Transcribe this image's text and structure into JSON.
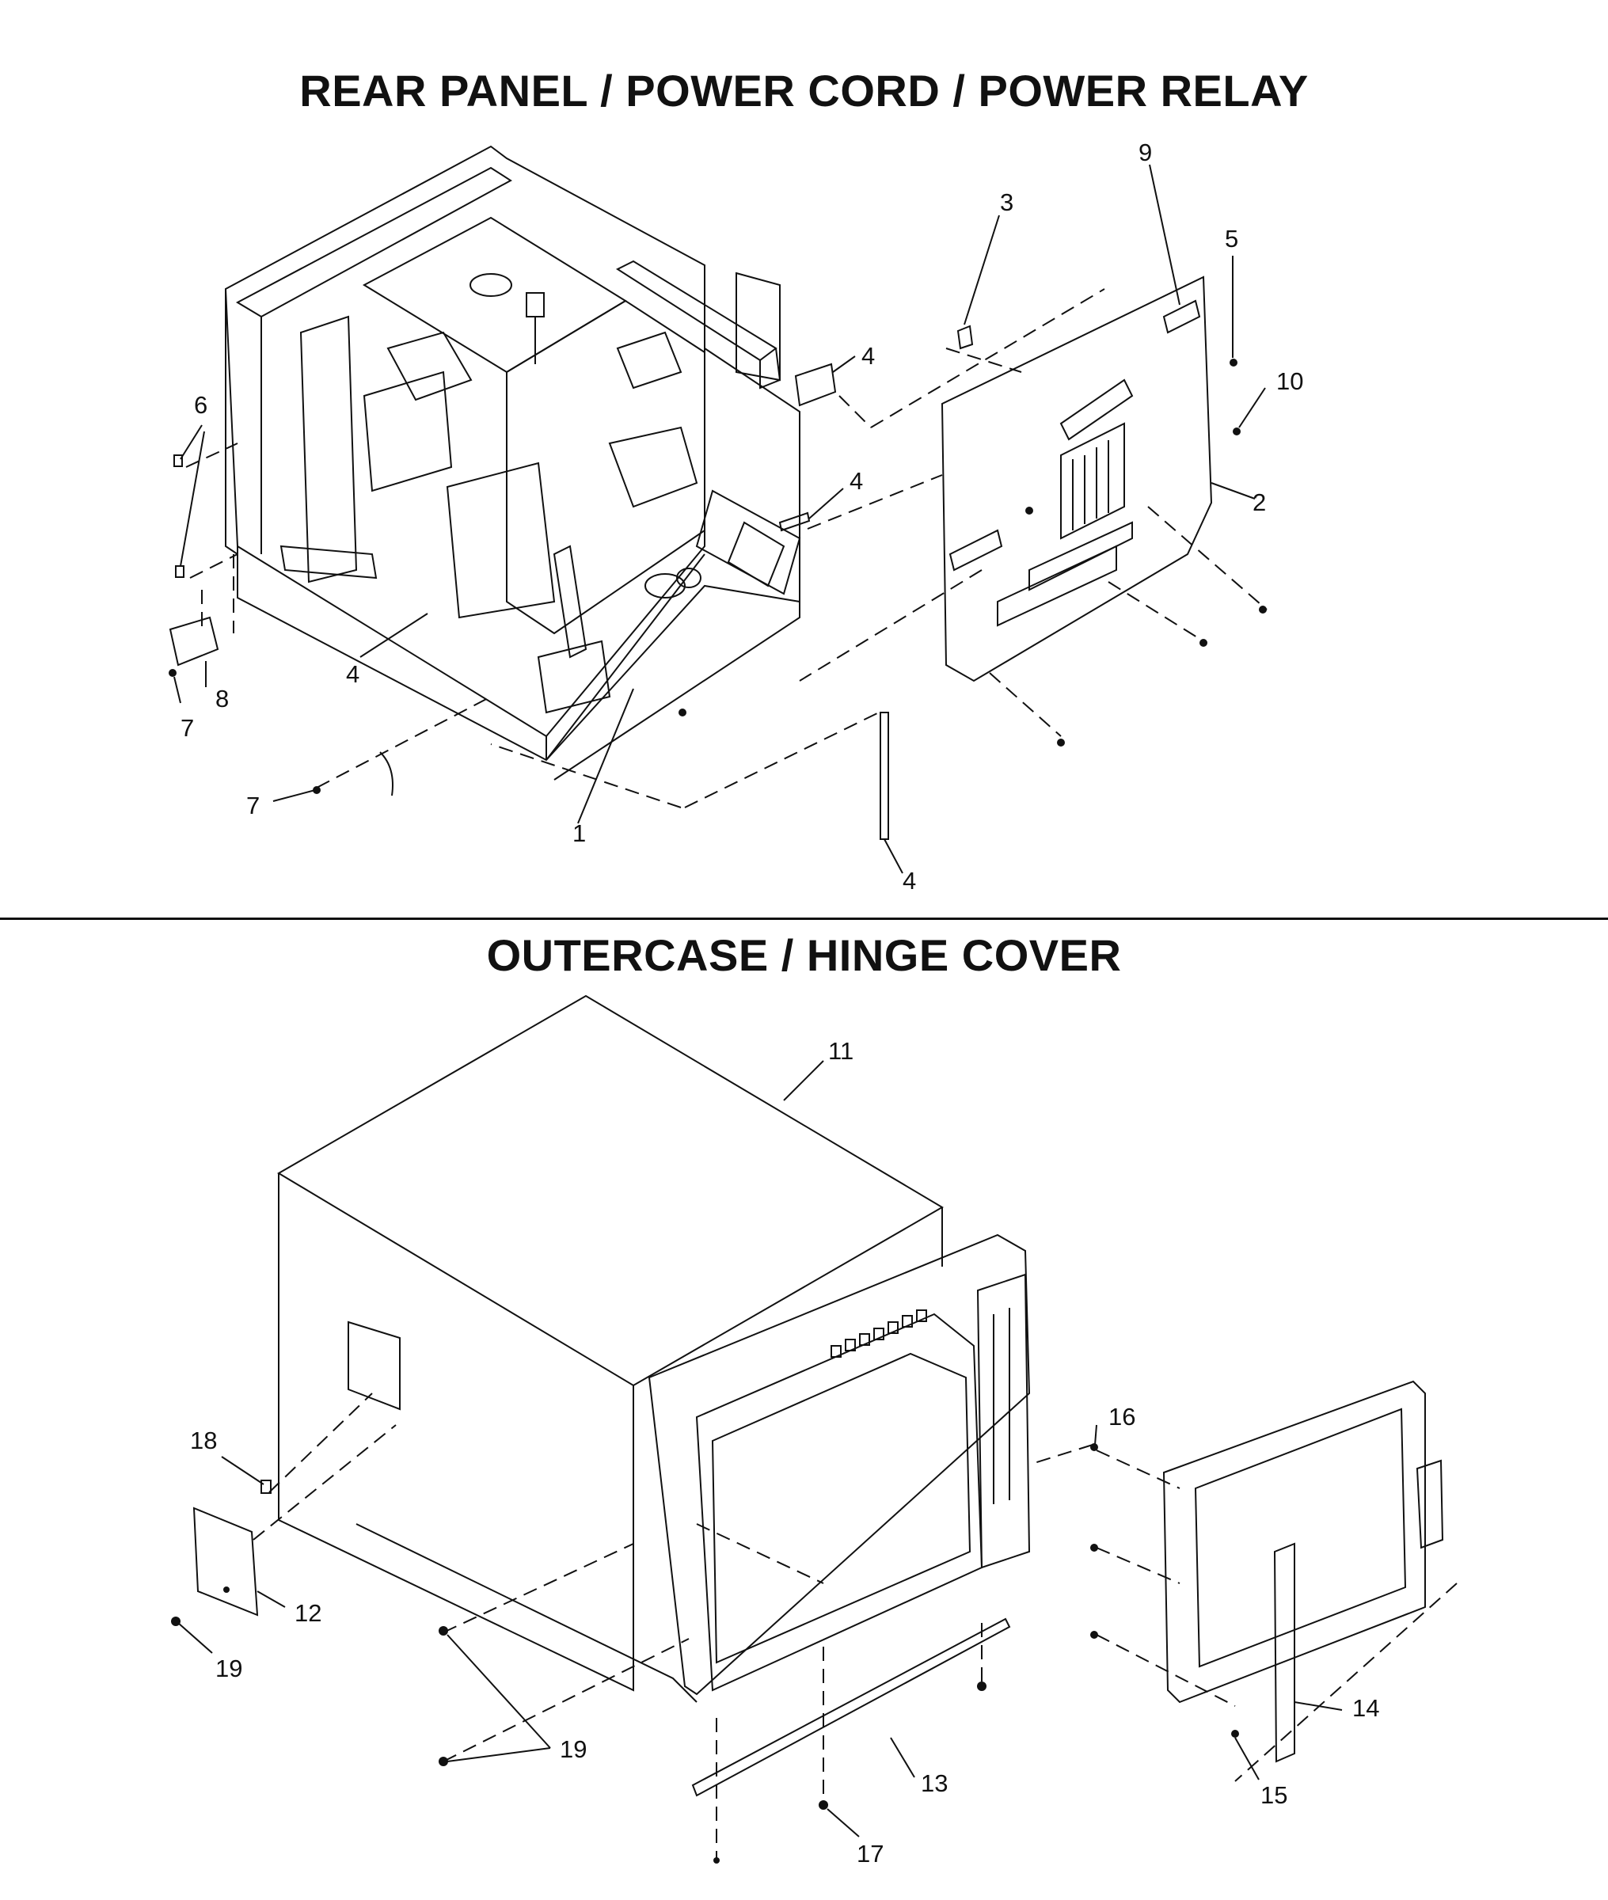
{
  "titles": {
    "section1": "REAR PANEL / POWER CORD / POWER RELAY",
    "section2": "OUTERCASE / HINGE COVER"
  },
  "callouts": {
    "c1": "1",
    "c2": "2",
    "c3": "3",
    "c4a": "4",
    "c4b": "4",
    "c4c": "4",
    "c4d": "4",
    "c5": "5",
    "c6": "6",
    "c7a": "7",
    "c7b": "7",
    "c8": "8",
    "c9": "9",
    "c10": "10",
    "c11": "11",
    "c12": "12",
    "c13": "13",
    "c14": "14",
    "c15": "15",
    "c16": "16",
    "c17": "17",
    "c18": "18",
    "c19a": "19",
    "c19b": "19"
  }
}
